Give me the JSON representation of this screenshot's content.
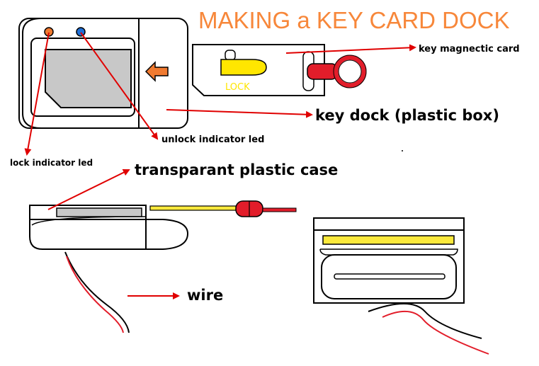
{
  "title": "MAKING a KEY CARD DOCK",
  "labels": {
    "key_card": "key magnectic card",
    "key_dock": "key dock (plastic box)",
    "unlock_led": "unlock indicator led",
    "lock_led": "lock indicator led",
    "plastic_case": "transparant plastic case",
    "wire": "wire",
    "lock_text": "LOCK"
  },
  "colors": {
    "title": "#f7873a",
    "arrow": "#e00000",
    "led_lock": "#f07a30",
    "led_unlock": "#1f6fd6",
    "lock_yellow": "#ffe600",
    "keyring_red": "#e21d2a",
    "panel_gray": "#c8c8c8",
    "strip_yellow": "#fbe93c"
  }
}
